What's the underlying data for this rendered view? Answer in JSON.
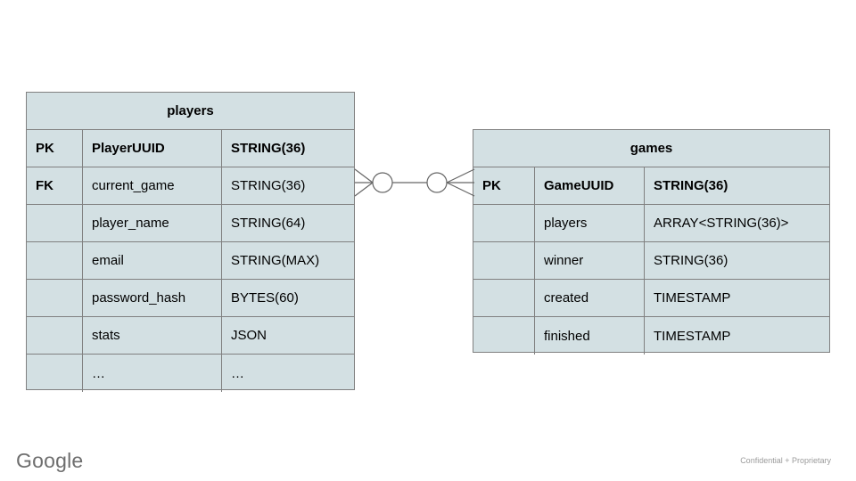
{
  "diagram": {
    "type": "entity-relationship-diagram",
    "background": "#ffffff",
    "entity_fill": "#d3e0e3",
    "entity_border": "#808080",
    "entities": [
      {
        "name": "players",
        "title": "players",
        "columns": [
          "key",
          "field",
          "type"
        ],
        "rows": [
          {
            "key": "PK",
            "field": "PlayerUUID",
            "type": "STRING(36)",
            "bold": true
          },
          {
            "key": "FK",
            "field": "current_game",
            "type": "STRING(36)",
            "bold": false
          },
          {
            "key": "",
            "field": "player_name",
            "type": "STRING(64)",
            "bold": false
          },
          {
            "key": "",
            "field": "email",
            "type": "STRING(MAX)",
            "bold": false
          },
          {
            "key": "",
            "field": "password_hash",
            "type": "BYTES(60)",
            "bold": false
          },
          {
            "key": "",
            "field": "stats",
            "type": "JSON",
            "bold": false
          },
          {
            "key": "",
            "field": "…",
            "type": "…",
            "bold": false
          }
        ]
      },
      {
        "name": "games",
        "title": "games",
        "columns": [
          "key",
          "field",
          "type"
        ],
        "rows": [
          {
            "key": "PK",
            "field": "GameUUID",
            "type": "STRING(36)",
            "bold": true
          },
          {
            "key": "",
            "field": "players",
            "type": "ARRAY<STRING(36)>",
            "bold": false
          },
          {
            "key": "",
            "field": "winner",
            "type": "STRING(36)",
            "bold": false
          },
          {
            "key": "",
            "field": "created",
            "type": "TIMESTAMP",
            "bold": false
          },
          {
            "key": "",
            "field": "finished",
            "type": "TIMESTAMP",
            "bold": false
          }
        ]
      }
    ],
    "relationship": {
      "from": "players",
      "to": "games",
      "notation": "crows-foot",
      "left_cardinality": "zero-or-many",
      "right_cardinality": "zero-or-many",
      "line_color": "#666666"
    }
  },
  "footer": {
    "logo": "Google",
    "note": "Confidential + Proprietary"
  }
}
